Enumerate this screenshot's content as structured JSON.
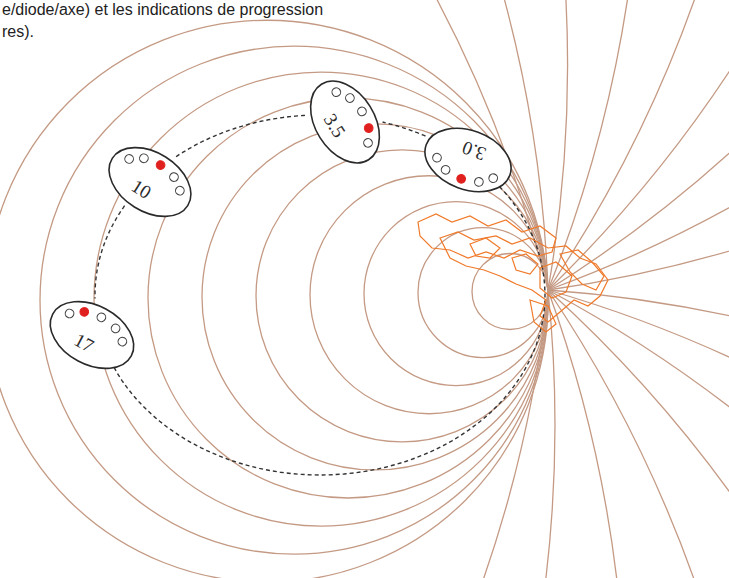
{
  "diagram": {
    "nodes": [
      {
        "text": [
          "3.5"
        ]
      },
      {
        "text": [
          "3.0"
        ]
      },
      {
        "text": [
          "10"
        ]
      },
      {
        "text": [
          "17"
        ]
      }
    ],
    "edges": [
      {
        "from": 1,
        "to": 0,
        "arrow": "none"
      },
      {
        "from": 0,
        "to": 2,
        "arrow": "none"
      },
      {
        "from": 2,
        "to": 3,
        "arrow": "none"
      }
    ],
    "labels": [
      "e/diode/axe) et les indications de progression",
      "res)."
    ]
  }
}
